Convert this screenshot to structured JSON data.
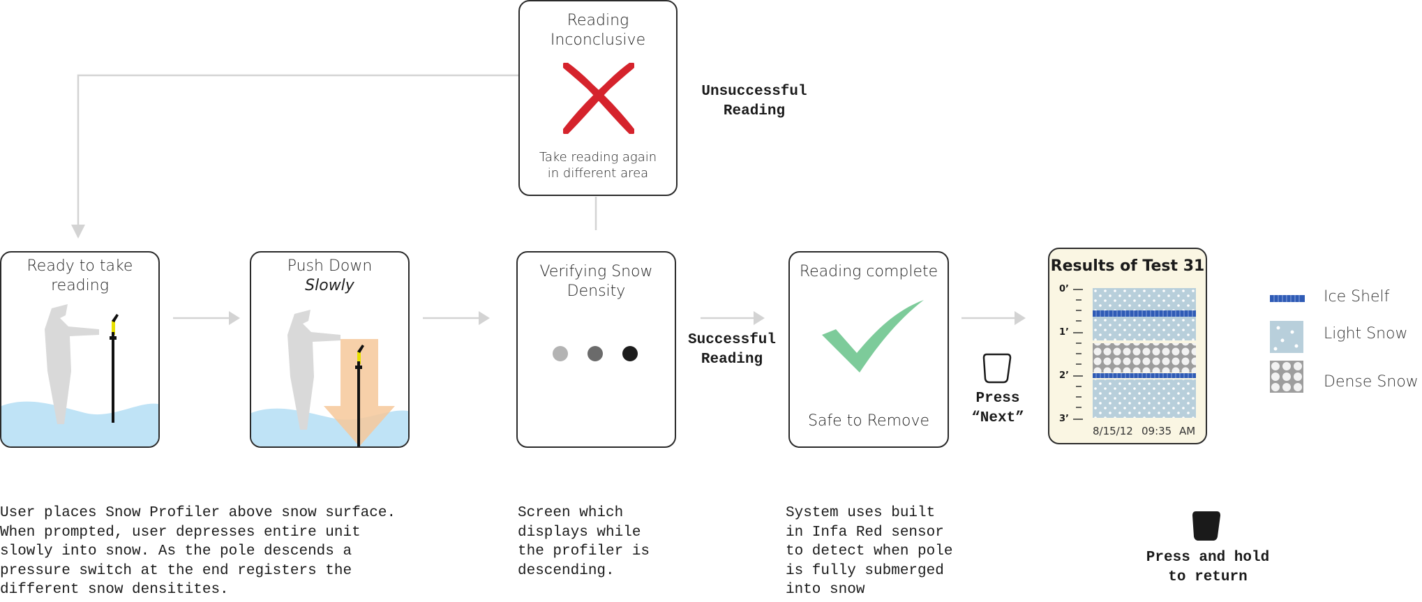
{
  "steps": {
    "ready": {
      "title": "Ready to take reading"
    },
    "push": {
      "title_line1": "Push Down",
      "title_line2": "Slowly"
    },
    "verifying": {
      "title": "Verifying Snow Density"
    },
    "complete": {
      "title": "Reading complete",
      "subtitle": "Safe to Remove"
    },
    "inconclusive": {
      "title": "Reading Inconclusive",
      "subtitle": "Take reading again in different area"
    }
  },
  "labels": {
    "unsuccessful": "Unsuccessful\nReading",
    "successful": "Successful\nReading",
    "press_next": "Press\n“Next”",
    "press_hold": "Press and hold\nto return"
  },
  "descriptions": {
    "ready": "User places Snow Profiler above snow surface.\nWhen prompted, user depresses entire unit\nslowly into snow. As the pole descends a\npressure switch at the end registers the\ndifferent snow densitites.",
    "verifying": "Screen which\ndisplays while\nthe profiler is\ndescending.",
    "complete": "System uses built\nin Infa Red sensor\nto detect when pole\nis fully submerged\ninto snow"
  },
  "results": {
    "title": "Results of Test 31",
    "depths": [
      "0’",
      "1’",
      "2’",
      "3’"
    ],
    "date": "8/15/12",
    "time": "09:35",
    "ampm": "AM"
  },
  "legend": [
    {
      "label": "Ice Shelf",
      "icon": "ice-shelf-swatch"
    },
    {
      "label": "Light Snow",
      "icon": "light-snow-swatch"
    },
    {
      "label": "Dense Snow",
      "icon": "dense-snow-swatch"
    }
  ],
  "colors": {
    "snow_blue": "#bfe3f6",
    "arrow_orange": "#f6c89a",
    "check_green": "#7dcb9a",
    "x_red": "#d5232c",
    "ice_blue": "#2f5bb5",
    "light_snow": "#b8cfdb",
    "dense_snow": "#9d9d9d",
    "results_bg": "#faf6e3",
    "connector_gray": "#d3d3d3"
  }
}
